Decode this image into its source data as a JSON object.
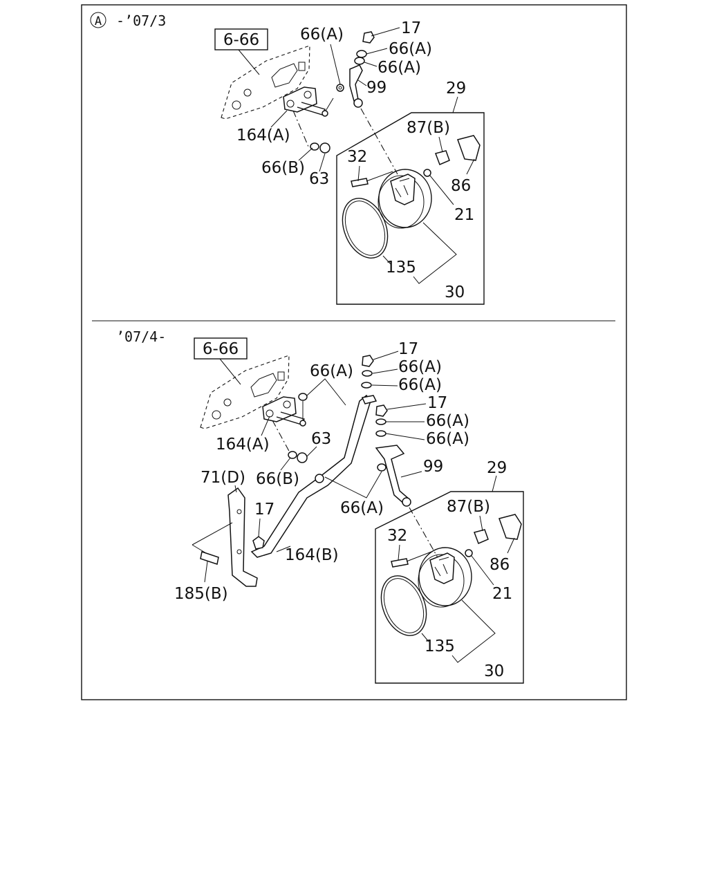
{
  "sections": {
    "top": {
      "symbol": "A",
      "range": "-’07/3",
      "ref_box": "6-66",
      "labels": {
        "l17": "17",
        "l66a_1": "66(A)",
        "l66a_2": "66(A)",
        "l66a_3": "66(A)",
        "l99": "99",
        "l29": "29",
        "l87b": "87(B)",
        "l86": "86",
        "l32": "32",
        "l21": "21",
        "l164a": "164(A)",
        "l66b": "66(B)",
        "l63": "63",
        "l135": "135",
        "l30": "30"
      }
    },
    "bottom": {
      "range": "’07/4-",
      "ref_box": "6-66",
      "labels": {
        "l17a": "17",
        "l66a_1": "66(A)",
        "l66a_2": "66(A)",
        "l66a_3": "66(A)",
        "l17b": "17",
        "l66a_4": "66(A)",
        "l66a_5": "66(A)",
        "l63": "63",
        "l164a": "164(A)",
        "l66b": "66(B)",
        "l71d": "71(D)",
        "l99": "99",
        "l66a_6": "66(A)",
        "l17c": "17",
        "l164b": "164(B)",
        "l185b": "185(B)",
        "l29": "29",
        "l87b": "87(B)",
        "l86": "86",
        "l32": "32",
        "l21": "21",
        "l135": "135",
        "l30": "30"
      }
    }
  }
}
